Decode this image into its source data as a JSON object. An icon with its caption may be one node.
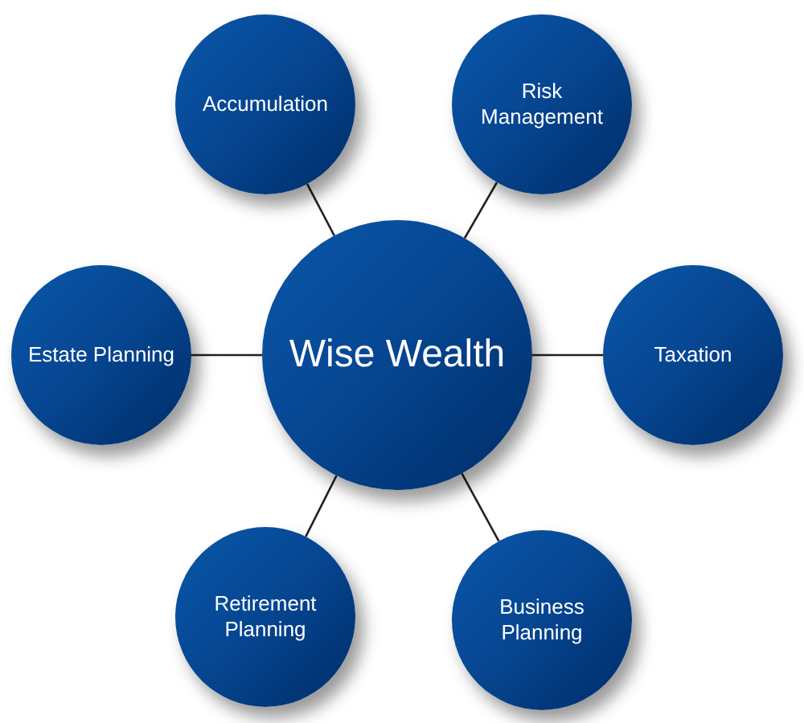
{
  "diagram": {
    "nodes": [
      {
        "text": [
          "Accumulation"
        ]
      },
      {
        "text": [
          "Risk Management"
        ]
      },
      {
        "text": [
          "Estate Planning"
        ]
      },
      {
        "text": [
          "Wise Wealth"
        ]
      },
      {
        "text": [
          "Taxation"
        ]
      },
      {
        "text": [
          "Retirement Planning"
        ]
      },
      {
        "text": [
          "Business Planning"
        ]
      }
    ],
    "edges": [
      {
        "from": 3,
        "to": 0,
        "arrow": "none"
      },
      {
        "from": 3,
        "to": 1,
        "arrow": "none"
      },
      {
        "from": 3,
        "to": 2,
        "arrow": "none"
      },
      {
        "from": 3,
        "to": 4,
        "arrow": "none"
      },
      {
        "from": 3,
        "to": 5,
        "arrow": "none"
      },
      {
        "from": 3,
        "to": 6,
        "arrow": "none"
      }
    ]
  }
}
